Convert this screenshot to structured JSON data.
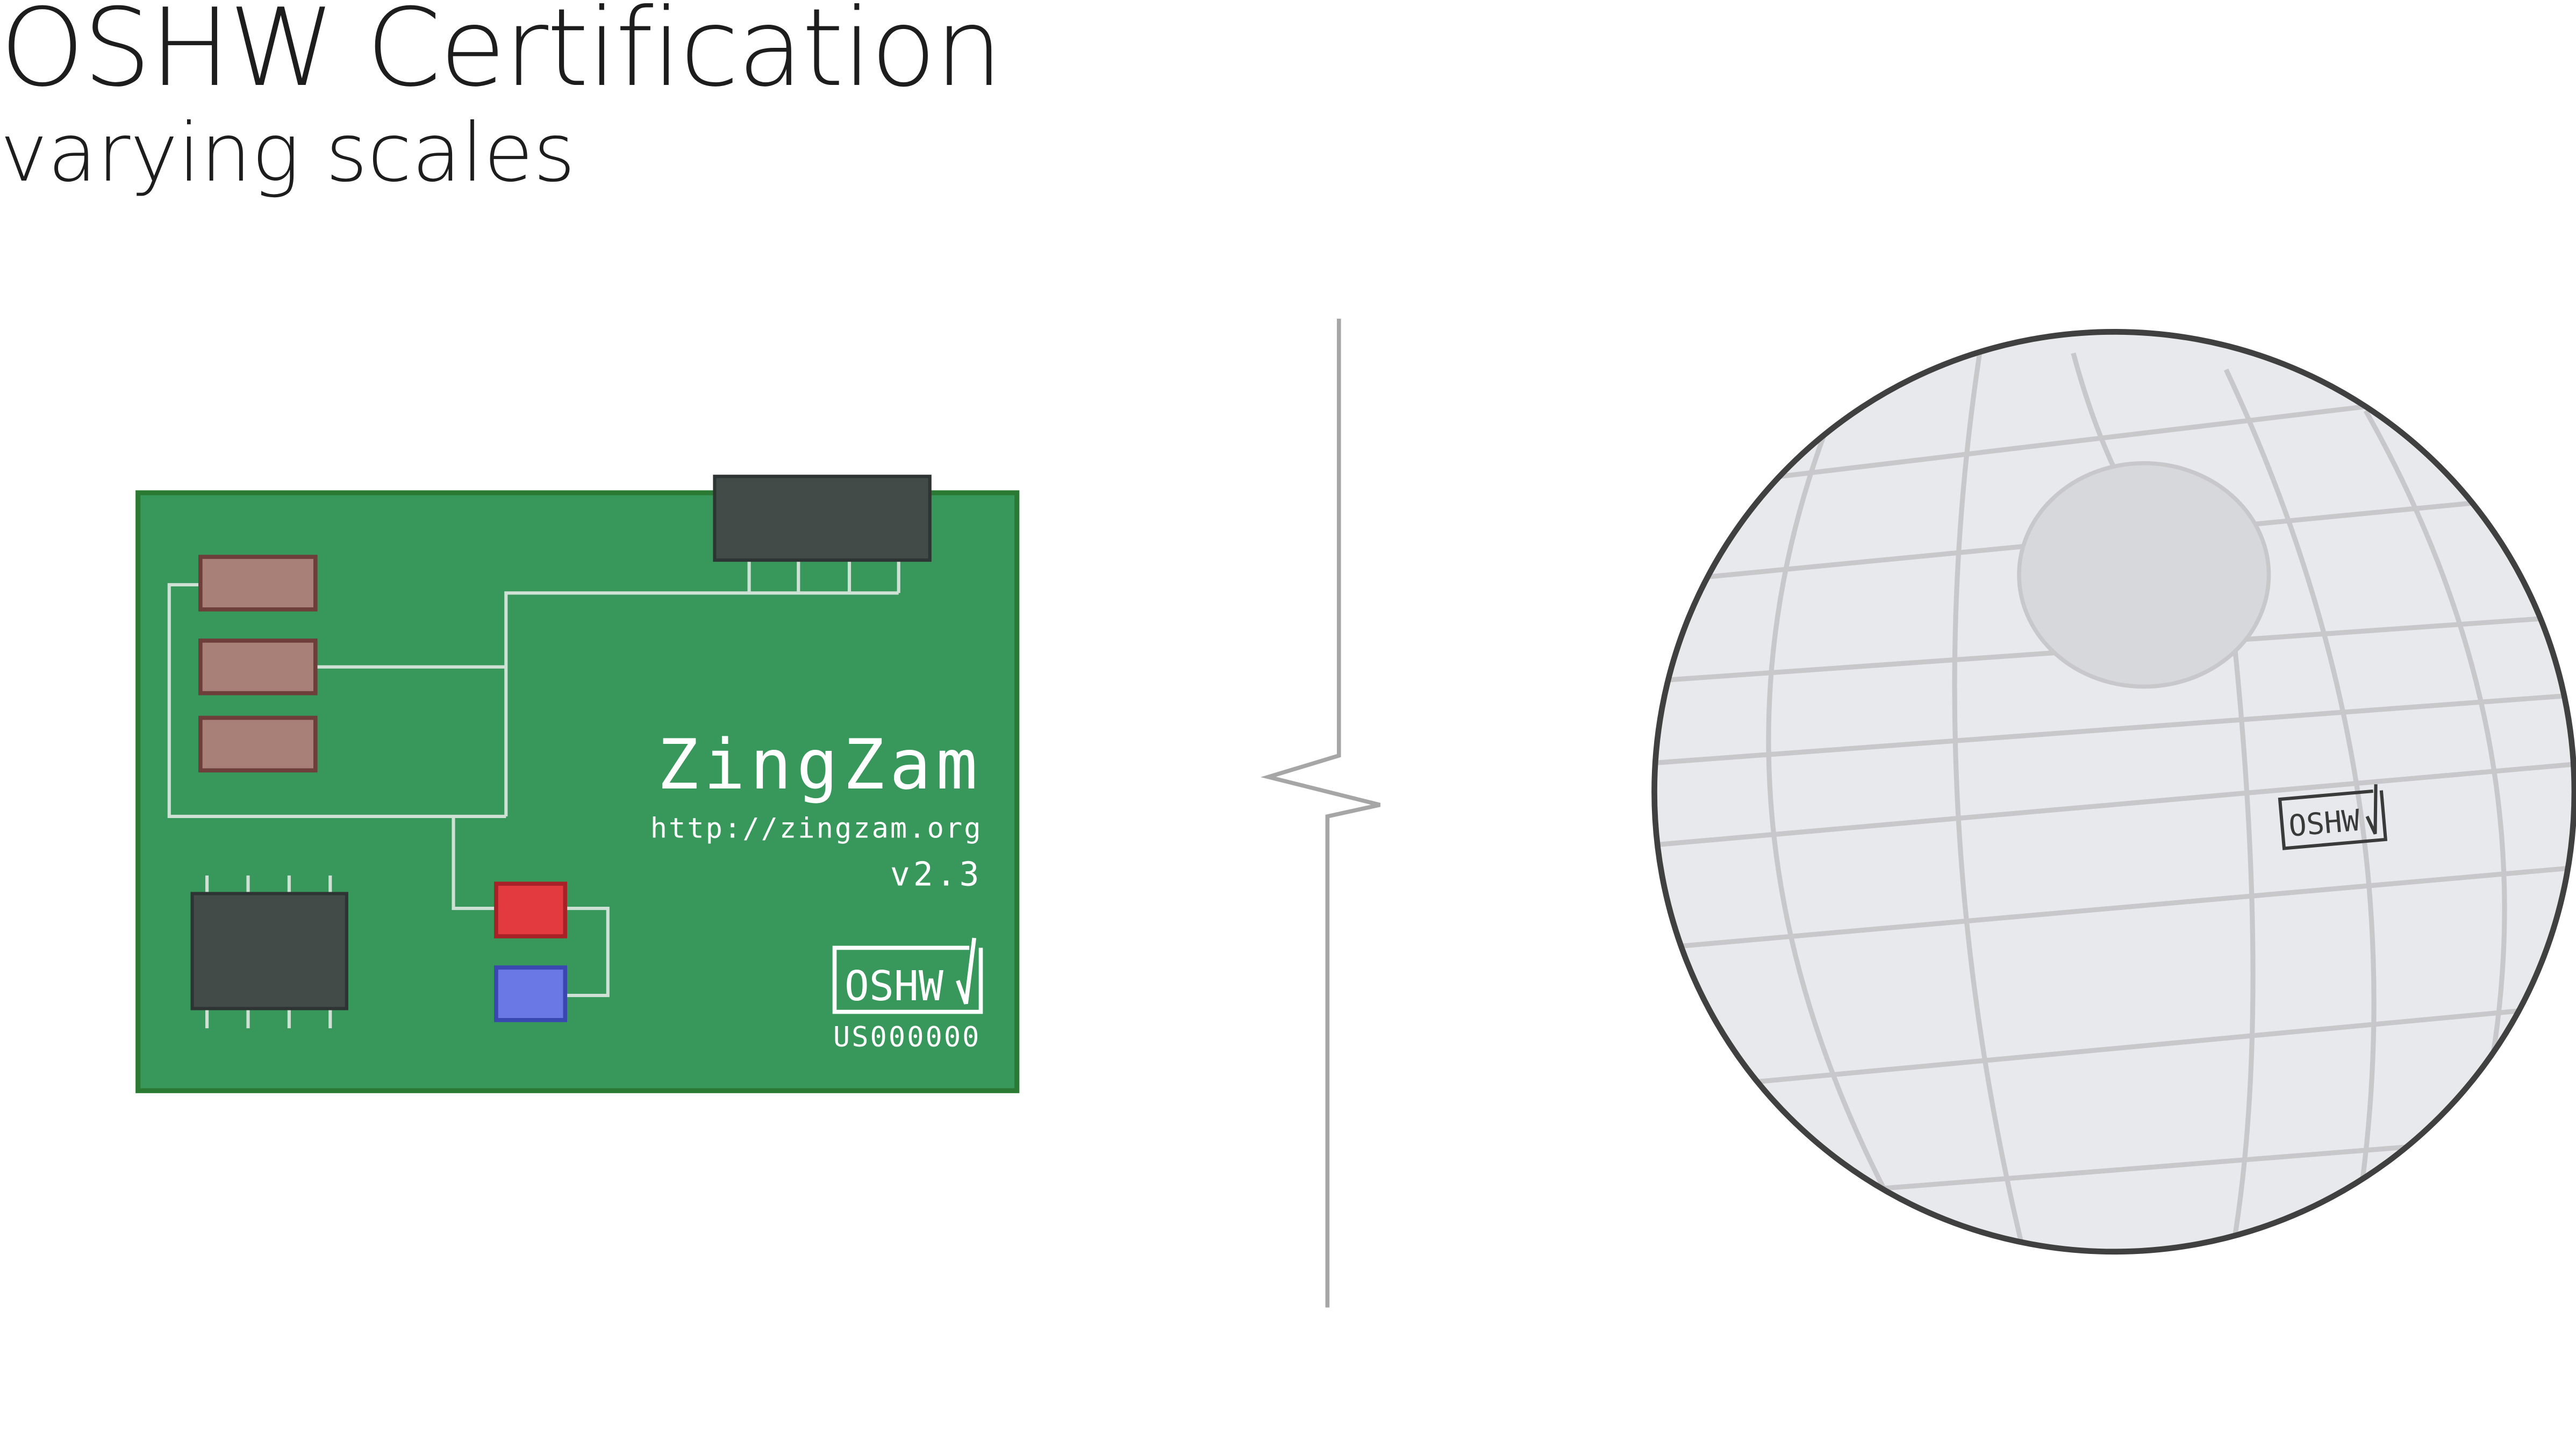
{
  "header": {
    "title": "OSHW Certification",
    "subtitle": "varying scales"
  },
  "board": {
    "name": "ZingZam",
    "url": "http://zingzam.org",
    "version": "v2.3",
    "mark_text": "OSHW",
    "cert_id": "US000000"
  },
  "sphere": {
    "mark_text": "OSHW"
  },
  "colors": {
    "board_fill": "#38985c",
    "board_stroke": "#2b7a33",
    "chip": "#434b49",
    "resistor": "#a88078",
    "led_red": "#e23a3f",
    "led_blue": "#6a78e6",
    "sphere_fill": "#e8e9ec",
    "sphere_grid": "#c8c8cb"
  }
}
